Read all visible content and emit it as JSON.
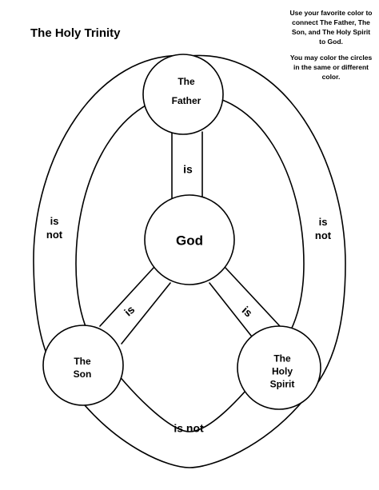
{
  "title": "The Holy Trinity",
  "instructions": {
    "paragraph1": "Use your favorite color to connect The Father, The Son, and The Holy Spirit to God.",
    "paragraph2": "You may color the circles in the same or different color."
  },
  "nodes": {
    "father": {
      "line1": "The",
      "line2": "Father"
    },
    "son": {
      "line1": "The",
      "line2": "Son"
    },
    "spirit": {
      "line1": "The",
      "line2": "Holy",
      "line3": "Spirit"
    },
    "god": {
      "label": "God"
    }
  },
  "connectors": {
    "father_god": "is",
    "son_god": "is",
    "spirit_god": "is",
    "father_son": {
      "line1": "is",
      "line2": "not"
    },
    "father_spirit": {
      "line1": "is",
      "line2": "not"
    },
    "son_spirit": "is not"
  }
}
